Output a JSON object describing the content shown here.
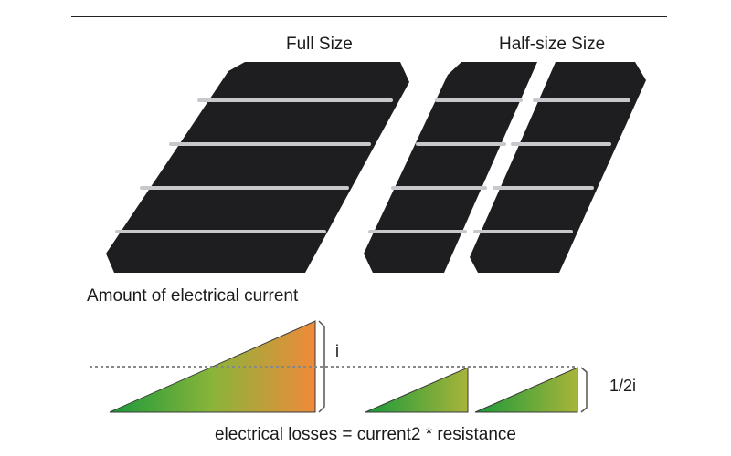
{
  "labels": {
    "full_size": "Full Size",
    "half_size": "Half-size Size",
    "current_heading": "Amount of electrical current",
    "current_full": "i",
    "current_half": "1/2i",
    "formula": "electrical losses = current2 * resistance"
  },
  "colors": {
    "cell": "#1e1e21",
    "busbar": "#c8c8cc",
    "gradient_start": "#1a9a3a",
    "gradient_mid": "#8ab43a",
    "gradient_end": "#f08a3a",
    "gradient_small_end": "#a8b43a",
    "rule": "#222222",
    "dotted_line": "#888888"
  },
  "full_cell": {
    "busbar_count": 4
  },
  "half_cell": {
    "panel_count": 2,
    "busbar_count": 4
  },
  "current_bars": [
    {
      "current_fraction": 1.0
    },
    {
      "current_fraction": 0.5
    },
    {
      "current_fraction": 0.5
    }
  ]
}
